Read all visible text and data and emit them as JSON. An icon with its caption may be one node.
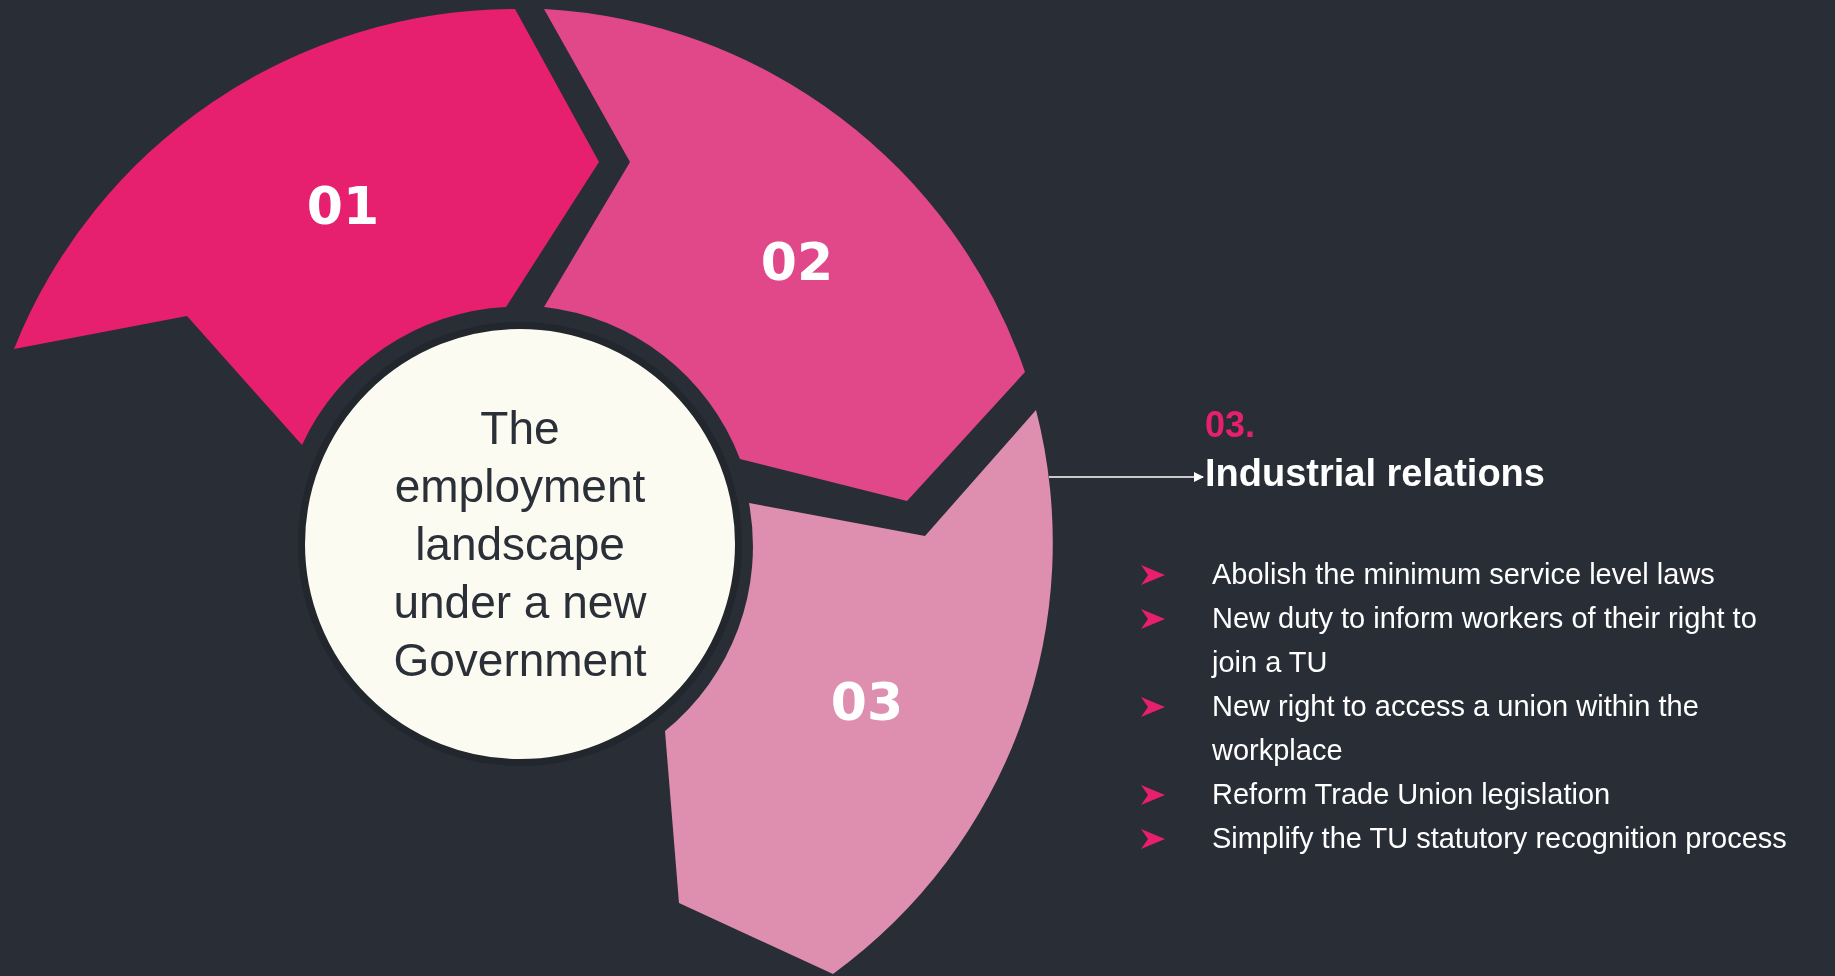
{
  "diagram": {
    "nodes": [
      {
        "text": [
          "01"
        ]
      },
      {
        "text": [
          "02"
        ]
      },
      {
        "text": [
          "03"
        ]
      },
      {
        "text": [
          "The employment landscape under a new Government"
        ]
      },
      {
        "text": [
          "03.",
          "Industrial relations"
        ]
      }
    ],
    "edges": [
      {
        "from": 2,
        "to": 4,
        "arrow": "to",
        "color": "#ffffff"
      }
    ],
    "labels": [
      "Abolish the minimum service level laws",
      "New duty to inform workers of their right to join a TU",
      "New right to access a union within the workplace",
      "Reform Trade Union legislation",
      "Simplify the TU statutory recognition process"
    ]
  }
}
